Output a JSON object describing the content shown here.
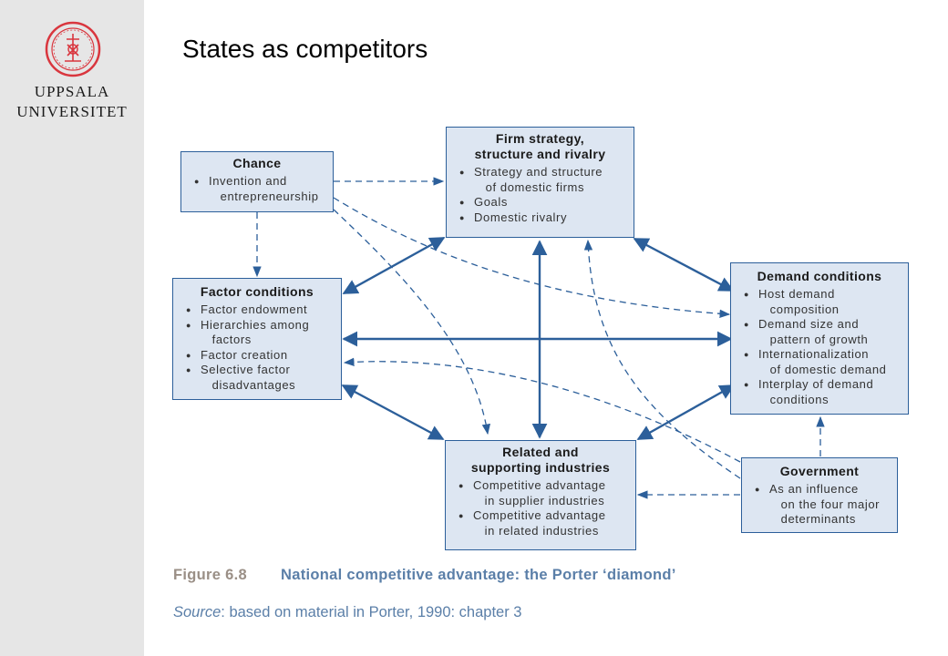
{
  "sidebar": {
    "university_line1": "UPPSALA",
    "university_line2": "UNIVERSITET"
  },
  "slide": {
    "title": "States as competitors"
  },
  "diagram": {
    "chance": {
      "title": "Chance",
      "items": [
        "Invention and\n   entrepreneurship"
      ]
    },
    "firm": {
      "title_line1": "Firm strategy,",
      "title_line2": "structure and rivalry",
      "items": [
        "Strategy and structure\n   of domestic firms",
        "Goals",
        "Domestic rivalry"
      ]
    },
    "factor": {
      "title": "Factor conditions",
      "items": [
        "Factor endowment",
        "Hierarchies among\n   factors",
        "Factor creation",
        "Selective factor\n   disadvantages"
      ]
    },
    "demand": {
      "title": "Demand conditions",
      "items": [
        "Host demand\n   composition",
        "Demand size and\n   pattern of growth",
        "Internationalization\n   of domestic demand",
        "Interplay of demand\n   conditions"
      ]
    },
    "related": {
      "title_line1": "Related and",
      "title_line2": "supporting industries",
      "items": [
        "Competitive advantage\n   in supplier industries",
        "Competitive advantage\n   in related industries"
      ]
    },
    "government": {
      "title": "Government",
      "items": [
        "As an influence\n   on the four major\n   determinants"
      ]
    }
  },
  "caption": {
    "figure_label": "Figure 6.8",
    "figure_title": "National competitive advantage: the Porter ‘diamond’",
    "source_label": "Source",
    "source_text": ": based on material in Porter, 1990: chapter 3"
  },
  "colors": {
    "box_fill": "#dde6f2",
    "box_border": "#2c5f9a",
    "arrow": "#2c5f9a",
    "caption_blue": "#5b7fa8",
    "caption_label": "#9a8f86",
    "seal_red": "#d9363e"
  }
}
